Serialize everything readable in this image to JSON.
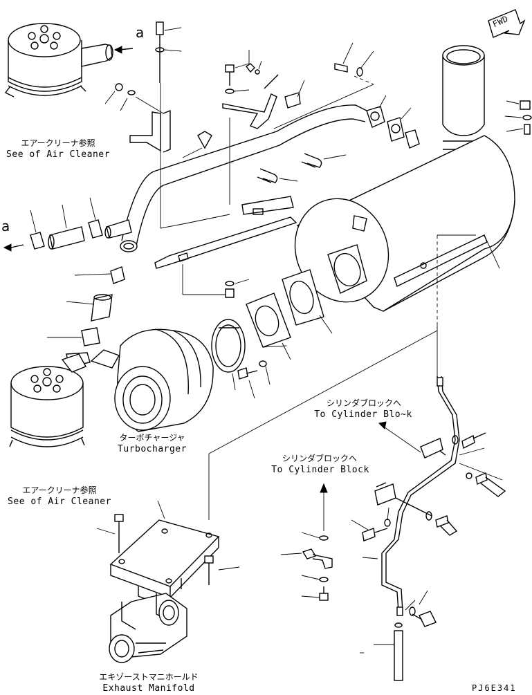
{
  "drawing_code": "PJ6E341",
  "direction_label": "FWD",
  "view_marks": [
    "a",
    "a"
  ],
  "labels": {
    "air_cleaner_top": {
      "jp": "エアークリーナ参照",
      "en": "See of Air Cleaner"
    },
    "air_cleaner_bottom": {
      "jp": "エアークリーナ参照",
      "en": "See of Air Cleaner"
    },
    "turbocharger": {
      "jp": "ターボチャージャ",
      "en": "Turbocharger"
    },
    "cylinder_block_upper": {
      "jp": "シリンダブロックへ",
      "en": "To Cylinder Blo~k"
    },
    "cylinder_block_lower": {
      "jp": "シリンダブロックへ",
      "en": "To Cylinder Block"
    },
    "exhaust_manifold": {
      "jp": "エキゾーストマニホールド",
      "en": "Exhaust Manifold"
    }
  }
}
